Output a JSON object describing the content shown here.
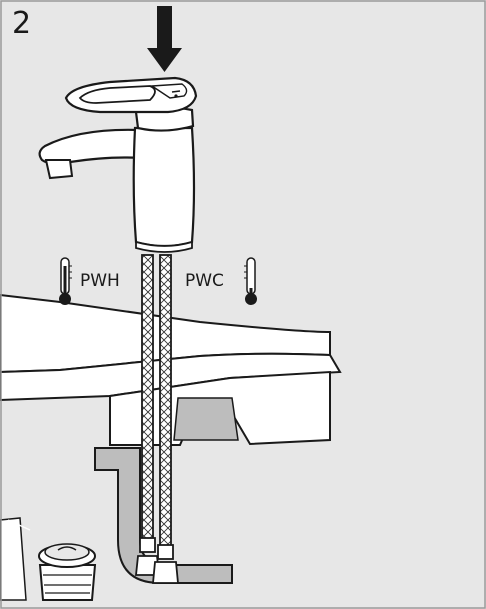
{
  "step": {
    "number": "2"
  },
  "labels": {
    "hot_water": "PWH",
    "cold_water": "PWC"
  },
  "icons": {
    "hot": "thermometer-hot-icon",
    "cold": "thermometer-cold-icon",
    "press": "arrow-down-icon"
  },
  "colors": {
    "background": "#e7e7e7",
    "stroke": "#1a1a1a",
    "white": "#ffffff",
    "wall_section": "#bdbdbd"
  }
}
